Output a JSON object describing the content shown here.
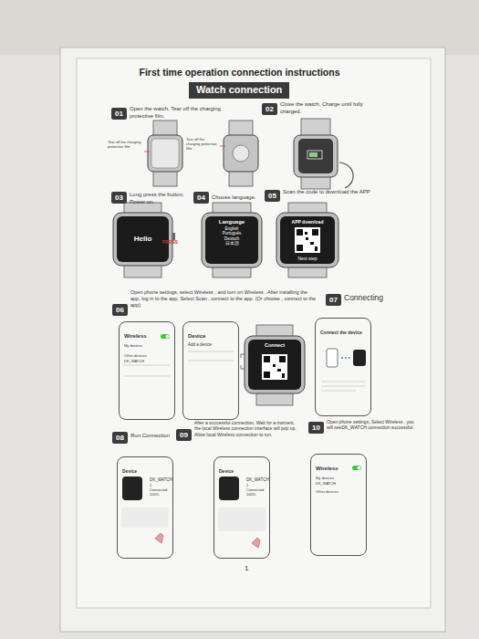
{
  "diagram": {
    "title": "First time operation connection instructions",
    "nodes": [
      {
        "text": [
          "Watch connection"
        ]
      },
      {
        "text": [
          "01"
        ]
      },
      {
        "text": [
          "02"
        ]
      },
      {
        "text": [
          "03"
        ]
      },
      {
        "text": [
          "04"
        ]
      },
      {
        "text": [
          "05"
        ]
      },
      {
        "text": [
          "06"
        ]
      },
      {
        "text": [
          "07"
        ]
      },
      {
        "text": [
          "08"
        ]
      },
      {
        "text": [
          "09"
        ]
      },
      {
        "text": [
          "10"
        ]
      },
      {
        "text": [
          "Hello"
        ]
      },
      {
        "text": [
          "Language",
          "English",
          "Português",
          "Deutsch",
          "日本語"
        ]
      },
      {
        "text": [
          "APP download",
          "Next step"
        ]
      },
      {
        "text": [
          "Wireless",
          "My devices",
          "Other devices",
          "DK_WATCH"
        ]
      },
      {
        "text": [
          "Device",
          "Add a device"
        ]
      },
      {
        "text": [
          "Connect"
        ]
      },
      {
        "text": [
          "Connect the device"
        ]
      },
      {
        "text": [
          "Device",
          "DK_WATCH",
          "1 Connected",
          "100%"
        ]
      },
      {
        "text": [
          "Device",
          "DK_WATCH",
          "1 Connected",
          "100%"
        ]
      },
      {
        "text": [
          "Wireless",
          "My devices",
          "DK_WATCH",
          "Other devices"
        ]
      }
    ],
    "labels": [
      "Open the watch, Tear off the charging protective film.",
      "Close the watch, Charge until fully charged.",
      "Tear off the charging protective film",
      "Tear off the charging protective film",
      "Long press the button, Power on.",
      "PRESS",
      "Choose language.",
      "Scan the code to download the APP",
      "Open phone settings, select Wireless , and turn on Wireless . After installing the app, log in to the app, Select Scan , connect to the app. (Or choose , connect to the app)",
      "Connecting",
      "Run Connection",
      "After a successful connection, Wait for a moment, the local Wireless connection interface will pop up, Allow local Wireless connection to run.",
      "Open phone settings, Select Wireless , you will seeDK_WATCH connection successful.",
      "1"
    ]
  }
}
